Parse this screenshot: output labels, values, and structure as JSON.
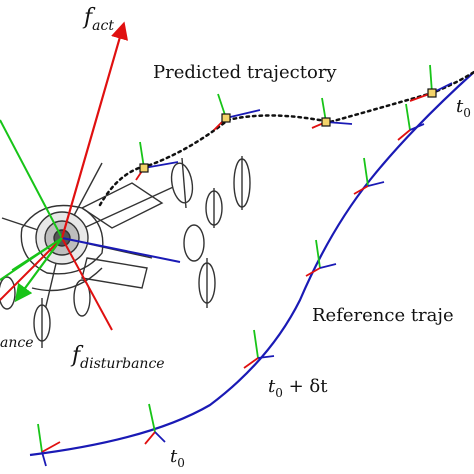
{
  "labels": {
    "predicted_trajectory": "Predicted trajectory",
    "reference_trajectory": "Reference traje",
    "f_act_base": "f",
    "f_act_sub": "act",
    "f_dist_base": "f",
    "f_dist_sub": "disturbance",
    "f_left_sub": "ance",
    "t0_top_base": "t",
    "t0_top_sub": "0",
    "t0_mid_base": "t",
    "t0_mid_sub": "0",
    "t0_mid_plus": " + δt",
    "t0_bottom_base": "t",
    "t0_bottom_sub": "0"
  },
  "colors": {
    "reference": "#1a1ab5",
    "predicted": "#111111",
    "red_axis": "#e01010",
    "green_axis": "#18c418",
    "blue_axis": "#1a1ab5",
    "drone": "#333333"
  },
  "icons": {
    "drone": "hexacopter-drone-icon",
    "frame": "coordinate-frame-icon"
  }
}
